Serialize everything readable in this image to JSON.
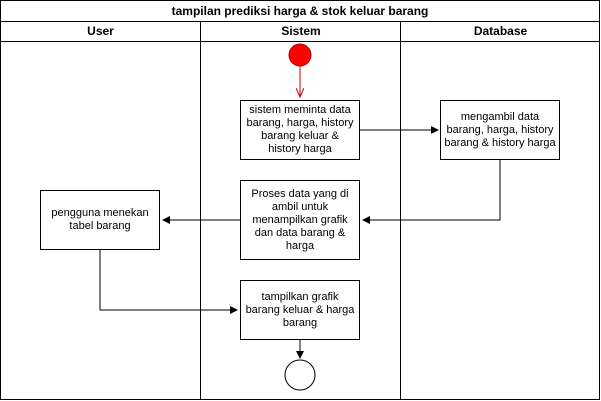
{
  "diagram": {
    "title": "tampilan prediksi harga & stok keluar barang",
    "lanes": {
      "user": "User",
      "sistem": "Sistem",
      "database": "Database"
    },
    "activities": {
      "request": "sistem meminta data barang, harga, history barang keluar & history harga",
      "fetch": "mengambil data barang, harga, history barang & history harga",
      "process": "Proses data yang di ambil untuk menampilkan grafik dan data barang & harga",
      "user_click": "pengguna menekan tabel barang",
      "display": "tampilkan grafik barang keluar & harga barang"
    },
    "colors": {
      "start_node": "#ff0000",
      "start_arrow": "#cc0000",
      "line": "#000000"
    }
  }
}
